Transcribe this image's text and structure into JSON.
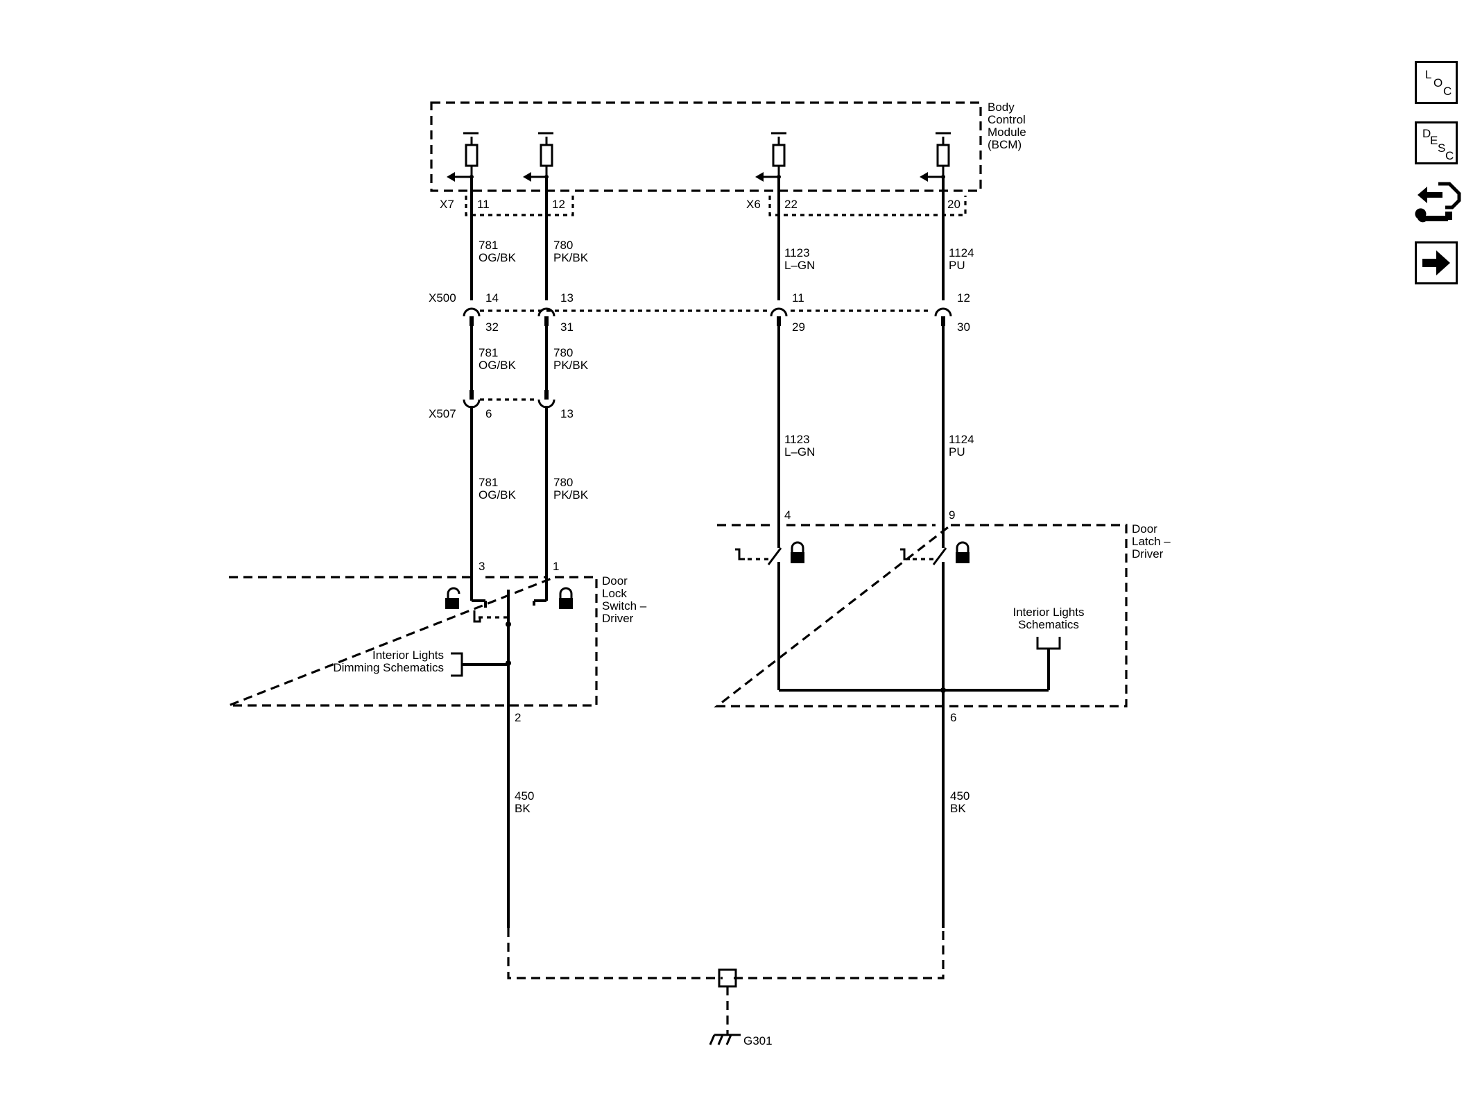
{
  "modules": {
    "bcm": [
      "Body",
      "Control",
      "Module",
      "(BCM)"
    ],
    "lock_switch": [
      "Door",
      "Lock",
      "Switch –",
      "Driver"
    ],
    "latch": [
      "Door",
      "Latch –",
      "Driver"
    ]
  },
  "connectors": {
    "x7": "X7",
    "x6": "X6",
    "x500": "X500",
    "x507": "X507"
  },
  "pins": {
    "bcm_11": "11",
    "bcm_12": "12",
    "bcm_22": "22",
    "bcm_20": "20",
    "x500_14": "14",
    "x500_13": "13",
    "x500_11": "11",
    "x500_12": "12",
    "x500_32": "32",
    "x500_31": "31",
    "x500_29": "29",
    "x500_30": "30",
    "x507_6": "6",
    "x507_13": "13",
    "sw_3": "3",
    "sw_1": "1",
    "sw_2": "2",
    "latch_4": "4",
    "latch_9": "9",
    "latch_6": "6"
  },
  "wires": {
    "w781": {
      "num": "781",
      "color": "OG/BK"
    },
    "w780": {
      "num": "780",
      "color": "PK/BK"
    },
    "w1123": {
      "num": "1123",
      "color": "L–GN"
    },
    "w1124": {
      "num": "1124",
      "color": "PU"
    },
    "w450": {
      "num": "450",
      "color": "BK"
    }
  },
  "refs": {
    "dimming": [
      "Interior Lights",
      "Dimming Schematics"
    ],
    "interior": [
      "Interior Lights",
      "Schematics"
    ]
  },
  "ground": {
    "label": "G301"
  },
  "sidebar": {
    "loc": [
      "L",
      "O",
      "C"
    ],
    "desc": [
      "D",
      "E",
      "S",
      "C"
    ],
    "service_icon": "wrench-service-icon",
    "next_icon": "arrow-right-icon"
  }
}
